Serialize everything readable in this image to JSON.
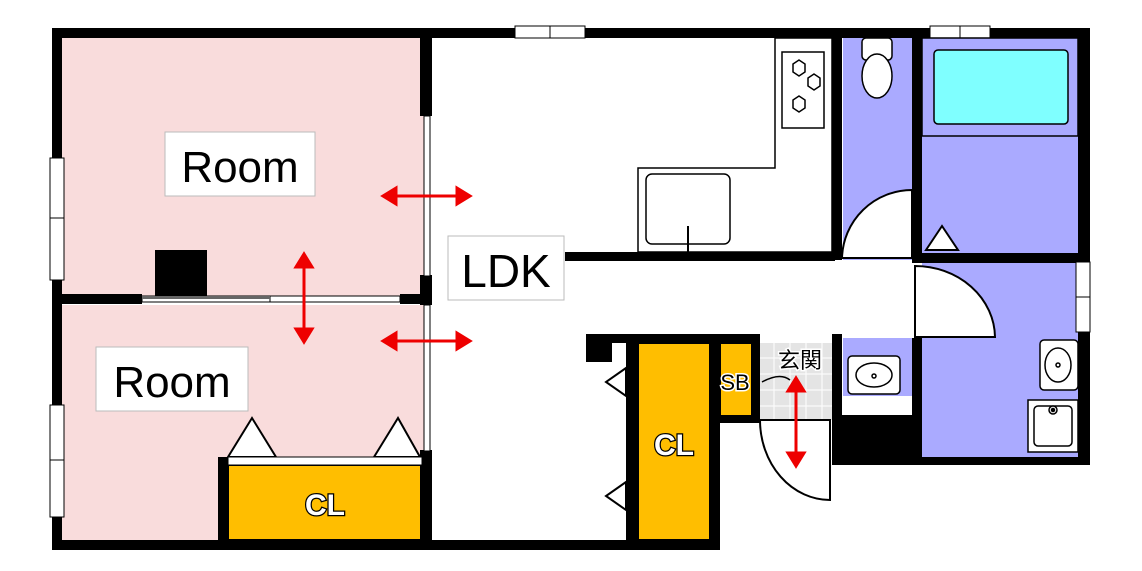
{
  "colors": {
    "room": "#f9dcdc",
    "closet": "#ffbe00",
    "wet": "#aaaaff",
    "bathtub": "#7fffff",
    "wall": "#000000",
    "arrow": "#ee0000"
  },
  "labels": {
    "room_upper": "Room",
    "room_lower": "Room",
    "ldk": "LDK",
    "closet_bottom": "CL",
    "closet_center": "CL",
    "shoe_box": "SB",
    "entrance": "玄関"
  },
  "icons": [
    "stove-icon",
    "sink-icon",
    "toilet-icon",
    "bathtub-icon",
    "washbasin-icon",
    "washing-machine-icon",
    "door-swing-icon",
    "opening-arrow-icon"
  ]
}
